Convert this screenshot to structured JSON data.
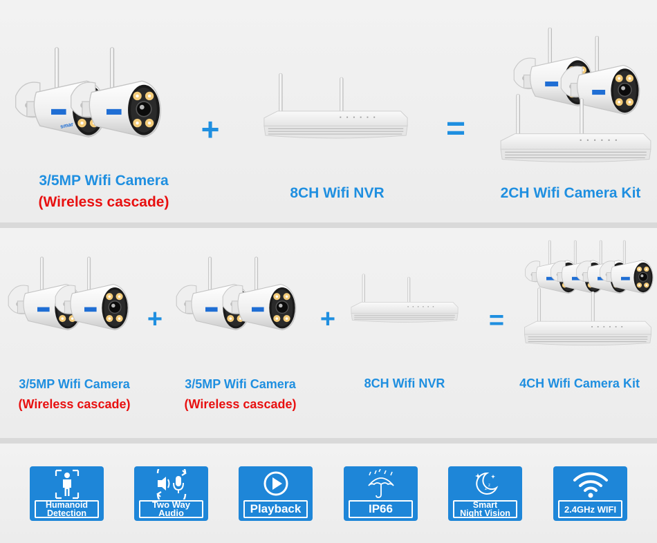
{
  "row1": {
    "camera_label": "3/5MP Wifi Camera",
    "camera_sublabel": "(Wireless cascade)",
    "plus": "+",
    "nvr_label": "8CH Wifi NVR",
    "equals": "=",
    "kit_label": "2CH Wifi Camera Kit"
  },
  "row2": {
    "camera1_label": "3/5MP Wifi Camera",
    "camera1_sublabel": "(Wireless cascade)",
    "plus1": "+",
    "camera2_label": "3/5MP Wifi Camera",
    "camera2_sublabel": "(Wireless cascade)",
    "plus2": "+",
    "nvr_label": "8CH Wifi NVR",
    "equals": "=",
    "kit_label": "4CH Wifi Camera Kit"
  },
  "brand_mark": "smar",
  "features": [
    {
      "icon": "humanoid-icon",
      "label_line1": "Humanoid",
      "label_line2": "Detection"
    },
    {
      "icon": "two-way-audio-icon",
      "label_line1": "Two Way",
      "label_line2": "Audio"
    },
    {
      "icon": "playback-icon",
      "label_line1": "Playback",
      "label_line2": ""
    },
    {
      "icon": "umbrella-rain-icon",
      "label_line1": "IP66",
      "label_line2": ""
    },
    {
      "icon": "moon-stars-icon",
      "label_line1": "Smart",
      "label_line2": "Night Vision"
    },
    {
      "icon": "wifi-icon",
      "label_line1": "2.4GHz WIFI",
      "label_line2": ""
    }
  ],
  "colors": {
    "accent_blue": "#1f8fe0",
    "highlight_red": "#e81010",
    "tile_blue": "#1e86d8"
  }
}
